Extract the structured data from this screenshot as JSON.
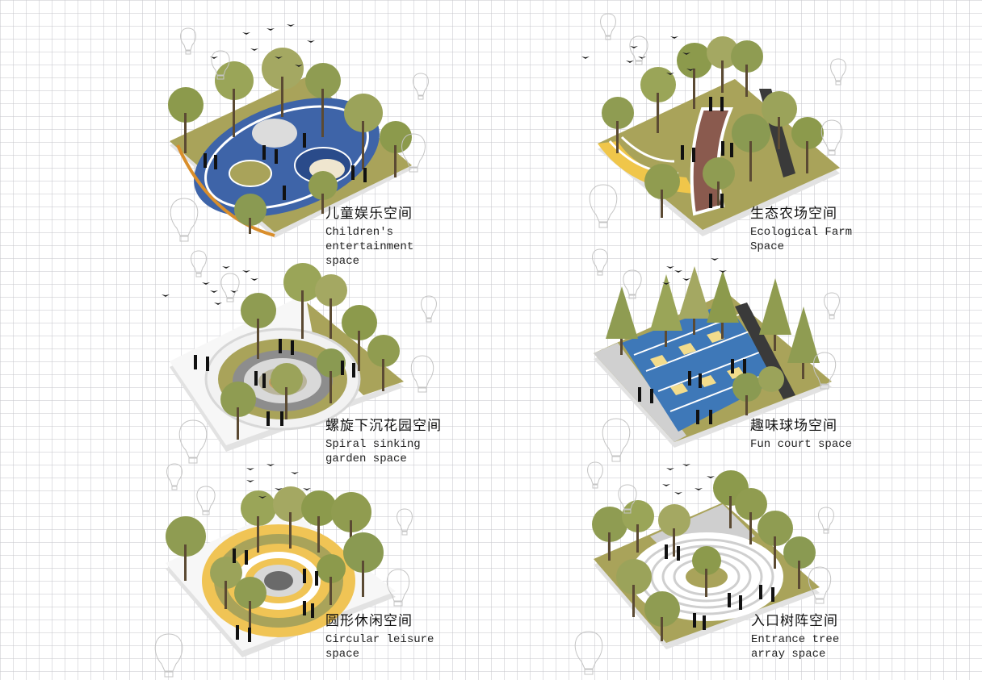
{
  "board": {
    "background": "grid",
    "grid_color": "#c8c8cd"
  },
  "panels": [
    {
      "id": "children",
      "title_cn": "儿童娱乐空间",
      "title_en": "Children's entertainment space",
      "palette": {
        "ground": "#a9a35a",
        "accent": "#3e64a8",
        "accent2": "#d9a441"
      }
    },
    {
      "id": "eco-farm",
      "title_cn": "生态农场空间",
      "title_en": "Ecological Farm Space",
      "palette": {
        "ground": "#a9a35a",
        "accent": "#8a5a4e",
        "accent2": "#f0c64a"
      }
    },
    {
      "id": "spiral",
      "title_cn": "螺旋下沉花园空间",
      "title_en": "Spiral sinking garden space",
      "palette": {
        "ground": "#a9a35a",
        "accent": "#9a9a9a",
        "accent2": "#ffffff"
      }
    },
    {
      "id": "fun-court",
      "title_cn": "趣味球场空间",
      "title_en": "Fun court space",
      "palette": {
        "ground": "#a9a35a",
        "accent": "#3e78b8",
        "accent2": "#f2dc8c"
      }
    },
    {
      "id": "circular",
      "title_cn": "圆形休闲空间",
      "title_en": "Circular leisure space",
      "palette": {
        "ground": "#a9a35a",
        "accent": "#f0c455",
        "accent2": "#ffffff"
      }
    },
    {
      "id": "entrance",
      "title_cn": "入口树阵空间",
      "title_en": "Entrance tree array space",
      "palette": {
        "ground": "#a9a35a",
        "accent": "#cfcfcf",
        "accent2": "#ffffff"
      }
    }
  ],
  "icons": {
    "tree": "tree-icon",
    "person": "person-silhouette-icon",
    "bird": "bird-icon",
    "balloon": "hot-air-balloon-icon"
  }
}
